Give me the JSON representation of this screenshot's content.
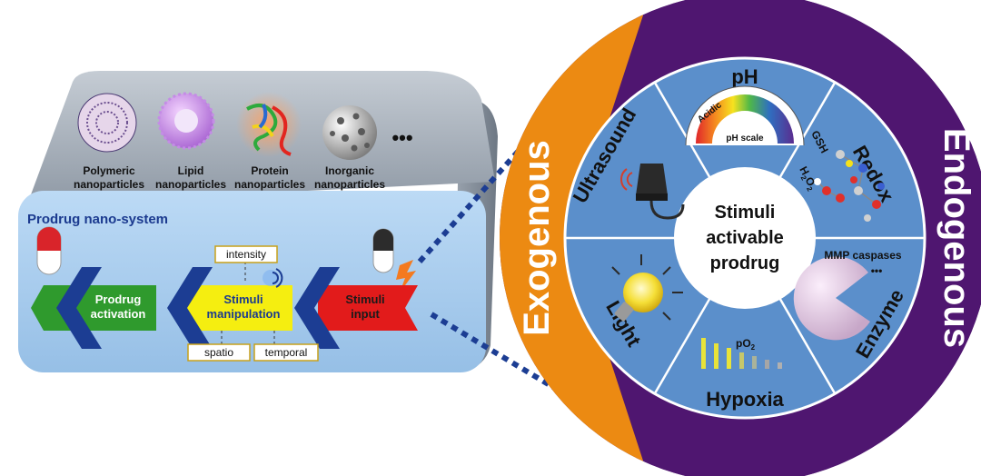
{
  "nanoparticles": [
    {
      "line1": "Polymeric",
      "line2": "nanoparticles"
    },
    {
      "line1": "Lipid",
      "line2": "nanoparticles"
    },
    {
      "line1": "Protein",
      "line2": "nanoparticles"
    },
    {
      "line1": "Inorganic",
      "line2": "nanoparticles"
    }
  ],
  "ellipsis": "•••",
  "system_title": "Prodrug nano-system",
  "flow": {
    "activation": {
      "line1": "Prodrug",
      "line2": "activation"
    },
    "manipulation": {
      "line1": "Stimuli",
      "line2": "manipulation"
    },
    "input": {
      "line1": "Stimuli",
      "line2": "input"
    }
  },
  "params": {
    "intensity": "intensity",
    "spatio": "spatio",
    "temporal": "temporal"
  },
  "outer_ring": {
    "exogenous": "Exogenous",
    "endogenous": "Endogenous"
  },
  "center": {
    "line1": "Stimuli",
    "line2": "activable",
    "line3": "prodrug"
  },
  "segments": {
    "ph": "pH",
    "redox": "Redox",
    "enzyme": "Enzyme",
    "hypoxia": "Hypoxia",
    "light": "Light",
    "ultrasound": "Ultrasound"
  },
  "ph_scale": {
    "acidic": "Acidic",
    "label": "pH scale"
  },
  "redox_labels": {
    "gsh": "GSH",
    "h2o2_base": "H",
    "h2o2_sub1": "2",
    "h2o2_mid": "O",
    "h2o2_sub2": "2"
  },
  "enzyme_labels": {
    "mmp": "MMP caspases",
    "dots": "•••"
  },
  "hypoxia_labels": {
    "po2_base": "pO",
    "po2_sub": "2"
  },
  "colors": {
    "exogenous": "#ec8a12",
    "endogenous": "#4f1670",
    "inner_ring": "#5b8fcb",
    "center": "#ffffff",
    "box_top": "#a9b2bd",
    "box_front": "#a8cdef",
    "flow_green": "#2f9a2d",
    "flow_yellow": "#f5ee10",
    "flow_red": "#e21b1b",
    "chevron": "#1c3d93"
  }
}
